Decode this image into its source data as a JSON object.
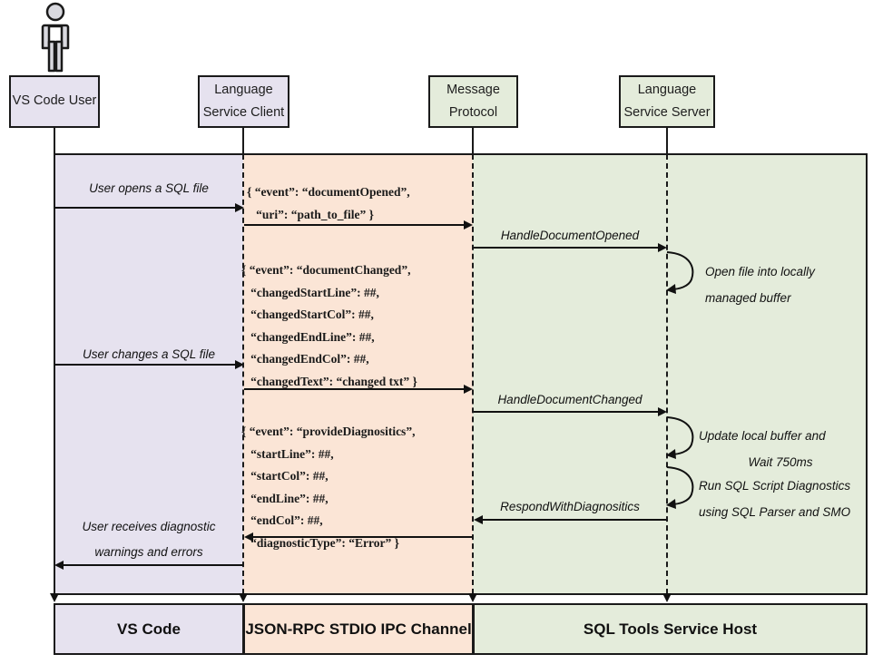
{
  "diagram": {
    "title": "SQL Tools Service sequence diagram",
    "colors": {
      "vscode_band": "#e6e2ef",
      "ipc_band": "#fbe5d6",
      "service_band": "#e4ecdb",
      "stroke": "#1a1a1a"
    }
  },
  "actor": {
    "name": "stick-figure-actor",
    "label": "VS Code User"
  },
  "lifelines": [
    {
      "id": "vscode-user",
      "line1": "VS Code User",
      "line2": "",
      "theme": "purple"
    },
    {
      "id": "language-service-client",
      "line1": "Language",
      "line2": "Service Client",
      "theme": "purple"
    },
    {
      "id": "message-protocol",
      "line1": "Message",
      "line2": "Protocol",
      "theme": "green"
    },
    {
      "id": "language-service-server",
      "line1": "Language",
      "line2": "Service Server",
      "theme": "green"
    }
  ],
  "messages": {
    "user_opens": "User opens a SQL file",
    "handle_document_opened": "HandleDocumentOpened",
    "user_changes": "User changes a SQL file",
    "handle_document_changed": "HandleDocumentChanged",
    "respond_with_diagnostics": "RespondWithDiagnositics",
    "user_receives_line1": "User receives diagnostic",
    "user_receives_line2": "warnings and errors"
  },
  "payloads": {
    "document_opened": "{ “event”: “documentOpened”,\n   “uri”: “path_to_file” }",
    "document_changed": "{ “event”: “documentChanged”,\n   “changedStartLine”: ##,\n   “changedStartCol”: ##,\n   “changedEndLine”: ##,\n   “changedEndCol”: ##,\n   “changedText”: “changed txt” }",
    "provide_diagnostics": "{ “event”: “provideDiagnositics”,\n   “startLine”: ##,\n   “startCol”: ##,\n   “endLine”: ##,\n   “endCol”: ##,\n   “diagnosticType”: “Error” }"
  },
  "notes": [
    {
      "id": "open-file-note",
      "line1": "Open file into locally",
      "line2": "managed buffer"
    },
    {
      "id": "update-buffer-note",
      "line1": "Update local buffer and",
      "line2": "Wait 750ms"
    },
    {
      "id": "run-diagnostics-note",
      "line1": "Run SQL Script Diagnostics",
      "line2": "using SQL Parser and SMO"
    }
  ],
  "footer": [
    {
      "id": "footer-vs-code",
      "label": "VS Code",
      "theme": "purple"
    },
    {
      "id": "footer-ipc-channel",
      "label": "JSON-RPC STDIO IPC Channel",
      "theme": "orange"
    },
    {
      "id": "footer-service-host",
      "label": "SQL Tools Service Host",
      "theme": "green"
    }
  ]
}
